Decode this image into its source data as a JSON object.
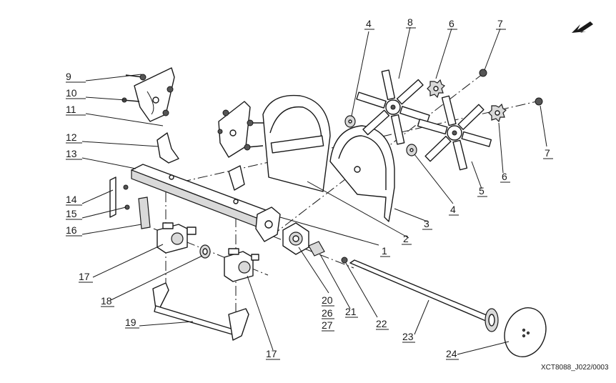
{
  "diagram": {
    "ref_code": "XCT8088_J022/0003",
    "callouts": {
      "c1": "1",
      "c2": "2",
      "c3": "3",
      "c4a": "4",
      "c4b": "4",
      "c5": "5",
      "c6a": "6",
      "c6b": "6",
      "c7a": "7",
      "c7b": "7",
      "c8": "8",
      "c9": "9",
      "c10": "10",
      "c11": "11",
      "c12": "12",
      "c13": "13",
      "c14": "14",
      "c15": "15",
      "c16": "16",
      "c17a": "17",
      "c17b": "17",
      "c18": "18",
      "c19": "19",
      "c20": "20",
      "c26": "26",
      "c27": "27",
      "c21": "21",
      "c22": "22",
      "c23": "23",
      "c24": "24"
    }
  }
}
